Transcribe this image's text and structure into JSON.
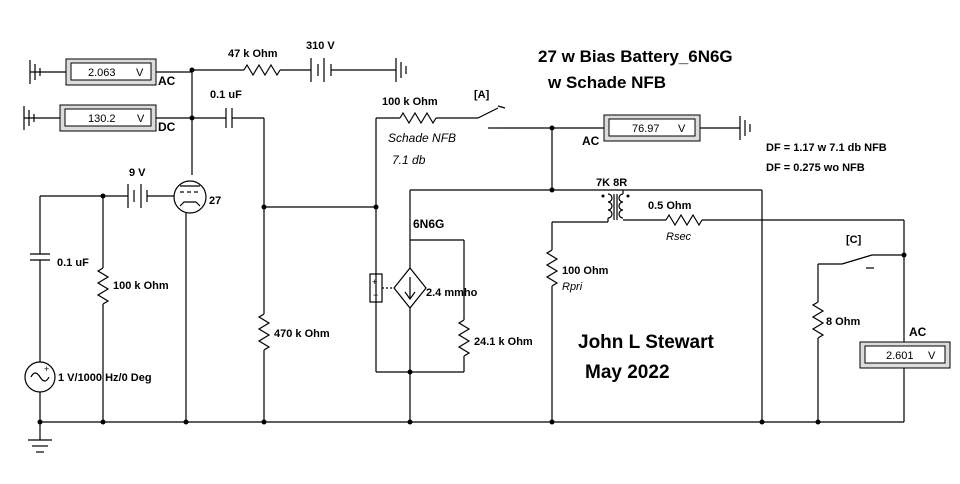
{
  "title": {
    "line1": "27 w Bias Battery_6N6G",
    "line2": "w Schade NFB"
  },
  "author": {
    "name": "John L Stewart",
    "date": "May 2022"
  },
  "df_notes": {
    "line1": "DF = 1.17 w 7.1 db NFB",
    "line2": "DF = 0.275 wo NFB"
  },
  "meters": {
    "input_ac": {
      "value": "2.063",
      "unit": "V",
      "mode": "AC"
    },
    "input_dc": {
      "value": "130.2",
      "unit": "V",
      "mode": "DC"
    },
    "plate_ac": {
      "value": "76.97",
      "unit": "V",
      "mode": "AC"
    },
    "output_ac": {
      "value": "2.601",
      "unit": "V",
      "mode": "AC"
    }
  },
  "components": {
    "r_plate": "47 k Ohm",
    "supply": "310 V",
    "c_couple": "0.1 uF",
    "r_schade": "100 k Ohm",
    "schade_label": "Schade NFB",
    "schade_db": "7.1 db",
    "switch_a": "[A]",
    "battery": "9 V",
    "tube": "27",
    "c_input": "0.1 uF",
    "r_input": "100 k Ohm",
    "source": "1 V/1000 Hz/0 Deg",
    "r_grid": "470 k Ohm",
    "tube_out": "6N6G",
    "gm": "2.4 mmho",
    "r_internal": "24.1 k Ohm",
    "transformer": "7K 8R",
    "r_sec": "0.5  Ohm",
    "r_sec_name": "Rsec",
    "r_pri": "100  Ohm",
    "r_pri_name": "Rpri",
    "switch_c": "[C]",
    "r_load": "8  Ohm"
  }
}
